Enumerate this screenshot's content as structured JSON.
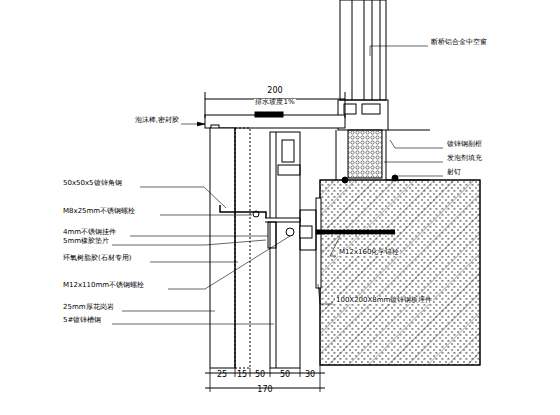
{
  "diagram": {
    "labels": [
      "断桥铝合金中空窗",
      "200",
      "排水坡度1%",
      "泡沫棒,密封胶",
      "镀锌钢副框",
      "发泡剂填充",
      "射钉",
      "50x50x5镀锌角钢",
      "M8x25mm不锈钢螺栓",
      "4mm不锈钢挂件",
      "5mm橡胶垫片",
      "环氧树脂胶(石材专用)",
      "M12x160化学锚栓",
      "M12x110mm不锈钢螺栓",
      "100X200X8mm镀锌钢板埋件",
      "25mm厚花岗岩",
      "5#镀锌槽钢",
      "25",
      "15",
      "50",
      "50",
      "30",
      "170"
    ]
  }
}
